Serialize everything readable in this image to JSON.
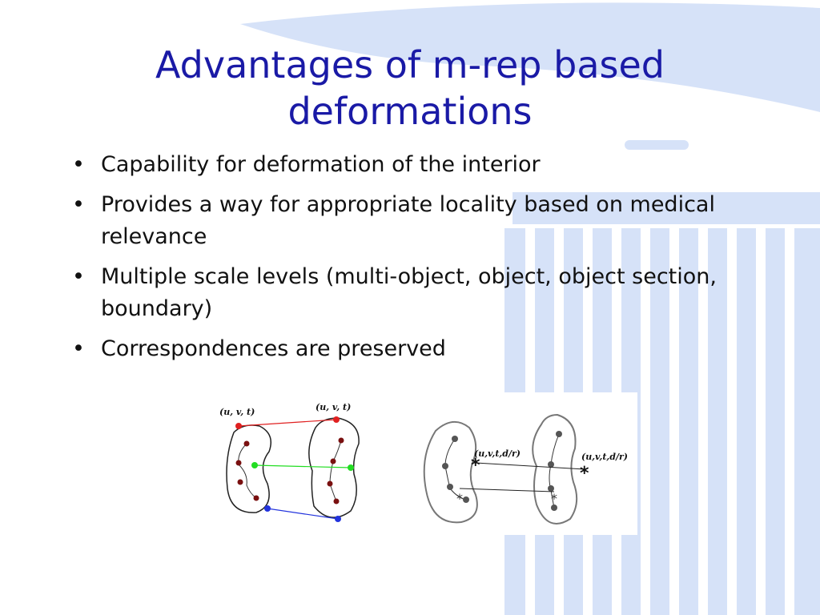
{
  "slide": {
    "title": "Advantages of m-rep based deformations",
    "bullets": [
      "Capability for deformation of the interior",
      "Provides a way for appropriate locality based on medical relevance",
      "Multiple scale levels (multi-object, object, object section, boundary)",
      "Correspondences are preserved"
    ],
    "bullet_symbol": "•",
    "title_color": "#1a1aa6",
    "background_accent_color": "#d6e2f8"
  },
  "figure_left": {
    "label_left": "(u, v, t)",
    "label_right": "(u, v, t)",
    "line_colors": {
      "top": "#e02020",
      "middle": "#22dd22",
      "bottom": "#2233dd"
    },
    "atom_color": "#7a1010"
  },
  "figure_right": {
    "label_left": "(u,v,t,d/r)",
    "label_right": "(u,v,t,d/r)",
    "marker_symbol": "*"
  }
}
